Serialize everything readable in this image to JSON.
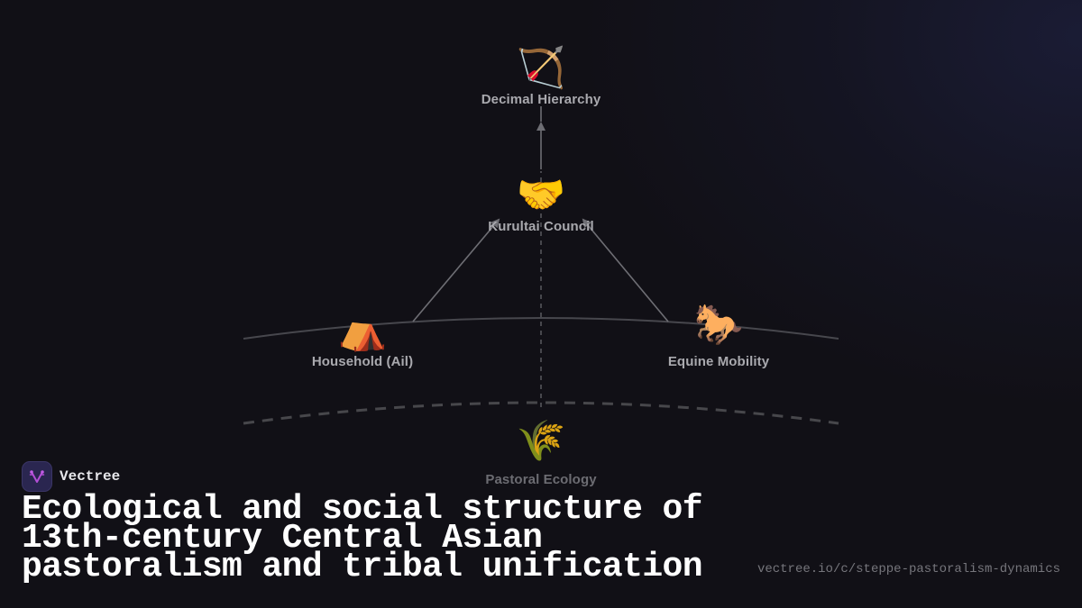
{
  "brand": {
    "name": "Vectree",
    "logo_icon": "vectree-fork-icon",
    "logo_color": "#b34fd6"
  },
  "title": {
    "line1": "Ecological and social structure of",
    "line2": "13th-century Central Asian",
    "line3": "pastoralism and tribal unification"
  },
  "url": "vectree.io/c/steppe-pastoralism-dynamics",
  "diagram": {
    "nodes": [
      {
        "id": "decimal",
        "label": "Decimal Hierarchy",
        "icon": "bow-and-arrow-icon",
        "glyph": "🏹"
      },
      {
        "id": "kurultai",
        "label": "Kurultai Council",
        "icon": "handshake-icon",
        "glyph": "🤝"
      },
      {
        "id": "household",
        "label": "Household (Ail)",
        "icon": "tent-icon",
        "glyph": "⛺"
      },
      {
        "id": "equine",
        "label": "Equine Mobility",
        "icon": "horse-icon",
        "glyph": "🐎"
      },
      {
        "id": "pastoral",
        "label": "Pastoral Ecology",
        "icon": "rice-sheaf-icon",
        "glyph": "🌾"
      }
    ],
    "edges": [
      {
        "from": "kurultai",
        "to": "decimal",
        "style": "solid-arrow"
      },
      {
        "from": "household",
        "to": "kurultai",
        "style": "solid-arrow"
      },
      {
        "from": "equine",
        "to": "kurultai",
        "style": "solid-arrow"
      },
      {
        "from": "pastoral",
        "to": "kurultai",
        "style": "dashed"
      }
    ],
    "layers": [
      {
        "name": "social-layer-arc",
        "style": "solid"
      },
      {
        "name": "ecological-layer-arc",
        "style": "dashed"
      }
    ],
    "colors": {
      "line": "#5a5a60",
      "arrow": "#6e6e74",
      "label": "#a9a9ae",
      "label_faded": "#6c6c72"
    }
  }
}
